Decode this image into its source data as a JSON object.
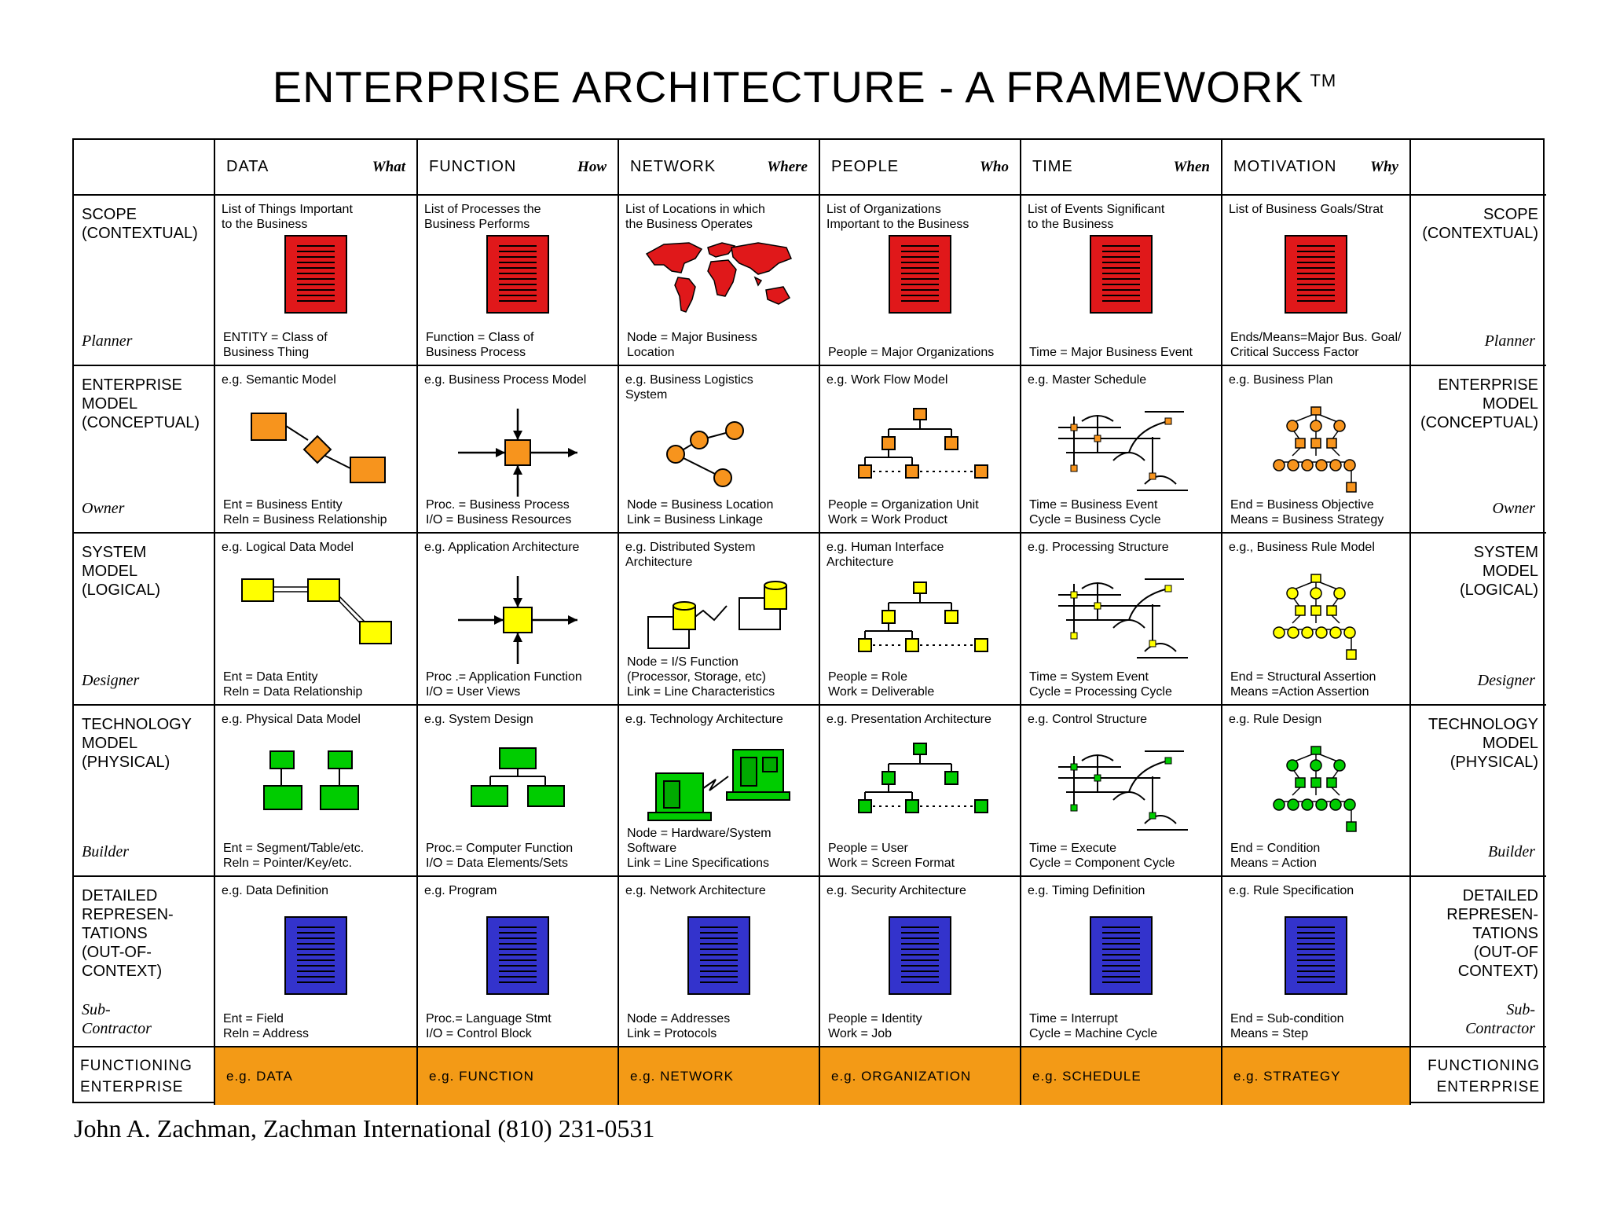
{
  "title": "ENTERPRISE ARCHITECTURE - A FRAMEWORK",
  "trademark": "TM",
  "footer": "John A. Zachman, Zachman International (810) 231-0531",
  "columns": [
    {
      "label": "DATA",
      "question": "What"
    },
    {
      "label": "FUNCTION",
      "question": "How"
    },
    {
      "label": "NETWORK",
      "question": "Where"
    },
    {
      "label": "PEOPLE",
      "question": "Who"
    },
    {
      "label": "TIME",
      "question": "When"
    },
    {
      "label": "MOTIVATION",
      "question": "Why"
    }
  ],
  "rows": [
    {
      "label": "SCOPE\n(CONTEXTUAL)",
      "role": "Planner",
      "cells": [
        {
          "example": "List of Things Important\nto the Business",
          "defs": "ENTITY = Class of\nBusiness Thing"
        },
        {
          "example": "List of Processes the\nBusiness Performs",
          "defs": "Function = Class of\nBusiness Process"
        },
        {
          "example": "List of Locations in which\nthe Business Operates",
          "defs": "Node = Major Business\nLocation"
        },
        {
          "example": "List of Organizations\nImportant to the Business",
          "defs": "People = Major Organizations"
        },
        {
          "example": "List of Events Significant\nto the Business",
          "defs": "Time = Major Business Event"
        },
        {
          "example": "List of Business Goals/Strat",
          "defs": "Ends/Means=Major Bus. Goal/\nCritical Success Factor"
        }
      ]
    },
    {
      "label": "ENTERPRISE\nMODEL\n(CONCEPTUAL)",
      "role": "Owner",
      "cells": [
        {
          "example": "e.g. Semantic Model",
          "defs": "Ent = Business Entity\nReln = Business Relationship"
        },
        {
          "example": "e.g. Business Process Model",
          "defs": "Proc. = Business Process\nI/O = Business Resources"
        },
        {
          "example": "e.g. Business Logistics\n   System",
          "defs": "Node = Business Location\nLink = Business Linkage"
        },
        {
          "example": "e.g. Work Flow Model",
          "defs": "People = Organization Unit\nWork = Work Product"
        },
        {
          "example": "e.g. Master Schedule",
          "defs": "Time = Business Event\nCycle = Business Cycle"
        },
        {
          "example": "e.g. Business Plan",
          "defs": "End = Business Objective\nMeans = Business Strategy"
        }
      ]
    },
    {
      "label": "SYSTEM\nMODEL\n(LOGICAL)",
      "role": "Designer",
      "cells": [
        {
          "example": "e.g. Logical Data Model",
          "defs": "Ent = Data Entity\nReln = Data Relationship"
        },
        {
          "example": "e.g. Application Architecture",
          "defs": "Proc .= Application Function\nI/O = User Views"
        },
        {
          "example": "e.g. Distributed System\n       Architecture",
          "defs": "Node = I/S Function\n(Processor, Storage, etc)\nLink = Line Characteristics"
        },
        {
          "example": "e.g. Human Interface\n       Architecture",
          "defs": "People = Role\nWork = Deliverable"
        },
        {
          "example": "e.g. Processing Structure",
          "defs": "Time = System Event\nCycle = Processing Cycle"
        },
        {
          "example": "e.g., Business Rule Model",
          "defs": "End = Structural Assertion\nMeans =Action Assertion"
        }
      ]
    },
    {
      "label": "TECHNOLOGY\nMODEL\n(PHYSICAL)",
      "role": "Builder",
      "cells": [
        {
          "example": "e.g. Physical Data Model",
          "defs": "Ent = Segment/Table/etc.\nReln = Pointer/Key/etc."
        },
        {
          "example": "e.g. System Design",
          "defs": "Proc.= Computer Function\nI/O = Data Elements/Sets"
        },
        {
          "example": "e.g. Technology Architecture",
          "defs": "Node = Hardware/System\n       Software\nLink = Line Specifications"
        },
        {
          "example": "e.g. Presentation Architecture",
          "defs": "People = User\nWork = Screen Format"
        },
        {
          "example": "e.g. Control Structure",
          "defs": "Time = Execute\nCycle = Component Cycle"
        },
        {
          "example": "e.g. Rule Design",
          "defs": "End = Condition\nMeans = Action"
        }
      ]
    },
    {
      "label": "DETAILED\nREPRESEN-\n  TATIONS\n(OUT-OF-\n    CONTEXT)",
      "role": "Sub-\nContractor",
      "cells": [
        {
          "example": "e.g. Data Definition",
          "defs": "Ent = Field\nReln = Address"
        },
        {
          "example": "e.g. Program",
          "defs": "Proc.= Language Stmt\nI/O = Control Block"
        },
        {
          "example": "e.g. Network Architecture",
          "defs": "Node = Addresses\nLink = Protocols"
        },
        {
          "example": "e.g. Security Architecture",
          "defs": "People = Identity\nWork = Job"
        },
        {
          "example": "e.g. Timing Definition",
          "defs": "Time = Interrupt\nCycle = Machine Cycle"
        },
        {
          "example": "e.g. Rule Specification",
          "defs": "End = Sub-condition\nMeans = Step"
        }
      ]
    }
  ],
  "right_labels": [
    {
      "label": "SCOPE\n(CONTEXTUAL)",
      "role": "Planner"
    },
    {
      "label": "ENTERPRISE\nMODEL\n(CONCEPTUAL)",
      "role": "Owner"
    },
    {
      "label": "SYSTEM\nMODEL\n(LOGICAL)",
      "role": "Designer"
    },
    {
      "label": "TECHNOLOGY\nMODEL\n(PHYSICAL)",
      "role": "Builder"
    },
    {
      "label": "DETAILED\nREPRESEN-\nTATIONS\n(OUT-OF\nCONTEXT)",
      "role": "Sub-\nContractor"
    }
  ],
  "functioning": {
    "label": "FUNCTIONING\nENTERPRISE",
    "cells": [
      "e.g. DATA",
      "e.g. FUNCTION",
      "e.g. NETWORK",
      "e.g. ORGANIZATION",
      "e.g. SCHEDULE",
      "e.g. STRATEGY"
    ]
  },
  "colors": {
    "scope_doc": "#e0181a",
    "detail_doc": "#3333cc",
    "conceptual": "#f7941d",
    "logical": "#ffff00",
    "physical": "#00cc00",
    "functioning": "#f39a16"
  }
}
